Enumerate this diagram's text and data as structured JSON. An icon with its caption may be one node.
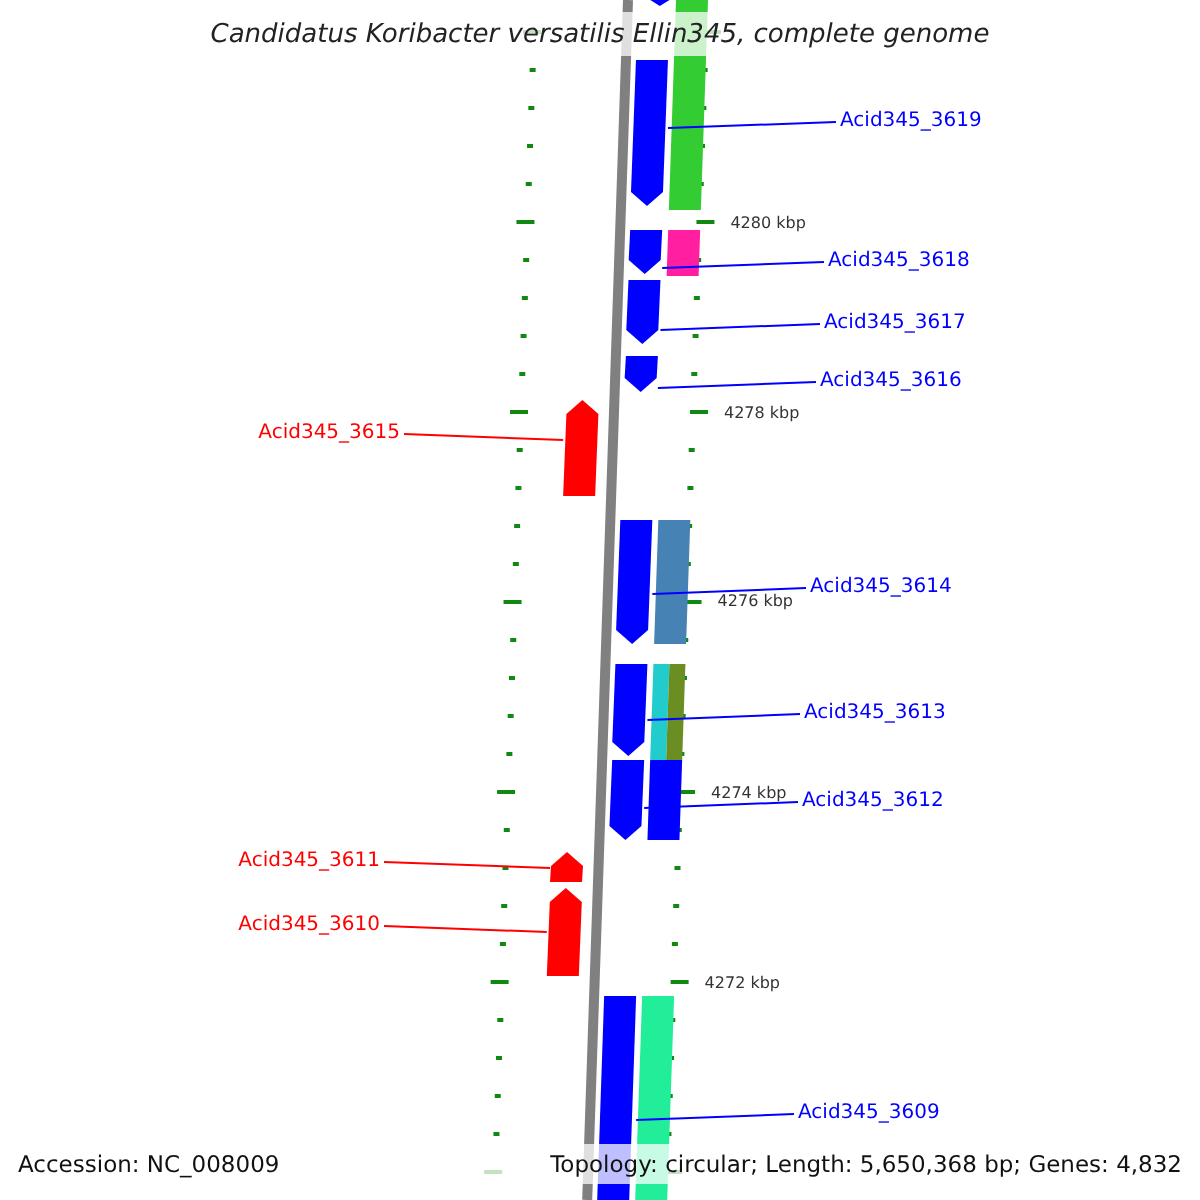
{
  "diagram": {
    "title": "Candidatus Koribacter versatilis Ellin345, complete genome",
    "nodes": [
      {
        "text": [
          "Acid345_3619"
        ]
      },
      {
        "text": [
          "Acid345_3618"
        ]
      },
      {
        "text": [
          "Acid345_3617"
        ]
      },
      {
        "text": [
          "Acid345_3616"
        ]
      },
      {
        "text": [
          "Acid345_3615"
        ]
      },
      {
        "text": [
          "Acid345_3614"
        ]
      },
      {
        "text": [
          "Acid345_3613"
        ]
      },
      {
        "text": [
          "Acid345_3612"
        ]
      },
      {
        "text": [
          "Acid345_3611"
        ]
      },
      {
        "text": [
          "Acid345_3610"
        ]
      },
      {
        "text": [
          "Acid345_3609"
        ]
      },
      {
        "text": [],
        "shape": "pentagon"
      },
      {
        "text": [],
        "shape": "pentagon"
      },
      {
        "text": [],
        "shape": "pentagon"
      },
      {
        "text": [],
        "shape": "pentagon"
      },
      {
        "text": [],
        "shape": "pentagon"
      },
      {
        "text": [],
        "shape": "pentagon"
      },
      {
        "text": [],
        "shape": "pentagon"
      },
      {
        "text": [],
        "shape": "pentagon"
      },
      {
        "text": [],
        "shape": "pentagon"
      },
      {
        "text": [],
        "shape": "pentagon"
      },
      {
        "text": [],
        "shape": "bar"
      }
    ],
    "edges": [
      {
        "from": 0,
        "to": 11,
        "arrow": "none",
        "color": "#0000ff"
      },
      {
        "from": 1,
        "to": 12,
        "arrow": "none",
        "color": "#0000ff"
      },
      {
        "from": 2,
        "to": 13,
        "arrow": "none",
        "color": "#0000ff"
      },
      {
        "from": 3,
        "to": 14,
        "arrow": "none",
        "color": "#0000ff"
      },
      {
        "from": 4,
        "to": 15,
        "arrow": "none",
        "color": "#ff0000"
      },
      {
        "from": 5,
        "to": 16,
        "arrow": "none",
        "color": "#0000ff"
      },
      {
        "from": 6,
        "to": 17,
        "arrow": "none",
        "color": "#0000ff"
      },
      {
        "from": 7,
        "to": 18,
        "arrow": "none",
        "color": "#0000ff"
      },
      {
        "from": 8,
        "to": 19,
        "arrow": "none",
        "color": "#ff0000"
      },
      {
        "from": 9,
        "to": 20,
        "arrow": "none",
        "color": "#ff0000"
      },
      {
        "from": 10,
        "to": 21,
        "arrow": "none",
        "color": "#0000ff"
      }
    ],
    "labels": [
      "4280 kbp",
      "4278 kbp",
      "4276 kbp",
      "4274 kbp",
      "4272 kbp",
      "Accession: NC_008009",
      "Topology: circular; Length: 5,650,368 bp; Genes: 4,832"
    ]
  }
}
